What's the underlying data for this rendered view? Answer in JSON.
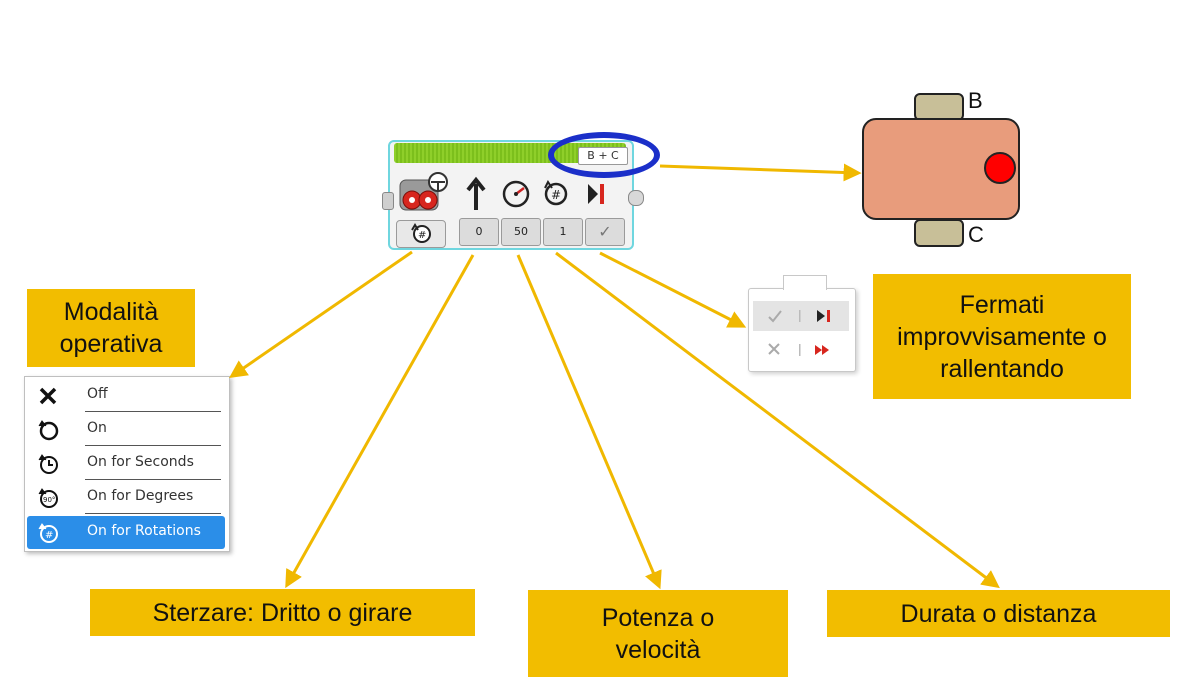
{
  "block": {
    "ports_label": "B + C",
    "params": [
      "0",
      "50",
      "1",
      "✓"
    ],
    "icons": [
      "steering-icon",
      "up-arrow-icon",
      "speed-gauge-icon",
      "rotations-icon",
      "brake-icon",
      "rotations-mode-icon"
    ]
  },
  "robot": {
    "wheel_top_label": "B",
    "wheel_bottom_label": "C",
    "body_color": "#e89c7c",
    "sensor_color": "#ff0000"
  },
  "mode_menu": {
    "items": [
      {
        "label": "Off",
        "icon": "x-icon"
      },
      {
        "label": "On",
        "icon": "circular-arrow-icon"
      },
      {
        "label": "On for Seconds",
        "icon": "clock-icon"
      },
      {
        "label": "On for Degrees",
        "icon": "degrees-icon"
      },
      {
        "label": "On for Rotations",
        "icon": "rotations-icon",
        "selected": true
      }
    ]
  },
  "stop_menu": {
    "rows": [
      {
        "state": "check-icon",
        "action": "brake-icon"
      },
      {
        "state": "x-icon",
        "action": "coast-icon"
      }
    ]
  },
  "callouts": {
    "mode": "Modalità operativa",
    "stop": "Fermati improvvisamente o rallentando",
    "steer": "Sterzare: Dritto o girare",
    "power": "Potenza o velocità",
    "duration": "Durata o distanza"
  },
  "colors": {
    "callout_bg": "#f2bd00",
    "arrow": "#f0b800",
    "highlight": "#1b2fc9",
    "menu_selected": "#2b8ee8"
  }
}
